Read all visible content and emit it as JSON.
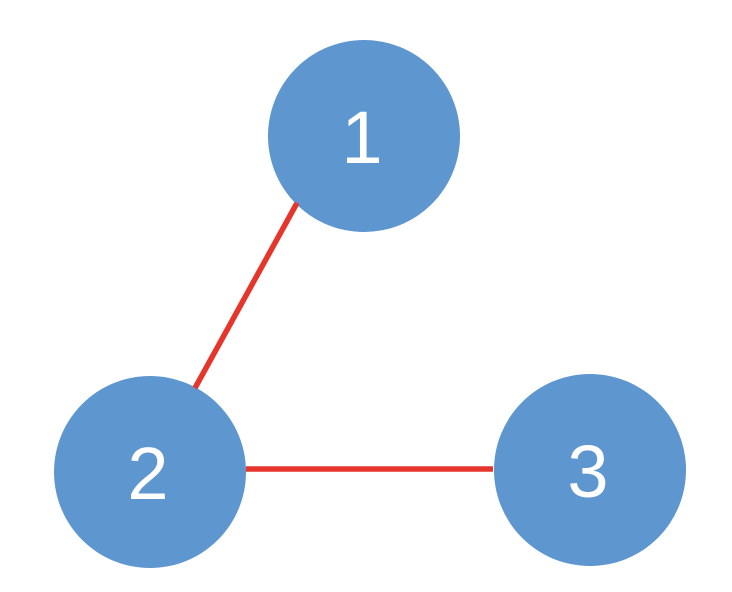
{
  "diagram": {
    "type": "graph",
    "title": "",
    "nodes": [
      {
        "id": "1",
        "label": "1"
      },
      {
        "id": "2",
        "label": "2"
      },
      {
        "id": "3",
        "label": "3"
      }
    ],
    "edges": [
      {
        "from": "1",
        "to": "2"
      },
      {
        "from": "2",
        "to": "3"
      }
    ]
  },
  "colors": {
    "background": "#FFFFFF",
    "node_fill": "#5E96CF",
    "node_label": "#FFFFFF",
    "edge_stroke": "#E6352B"
  }
}
